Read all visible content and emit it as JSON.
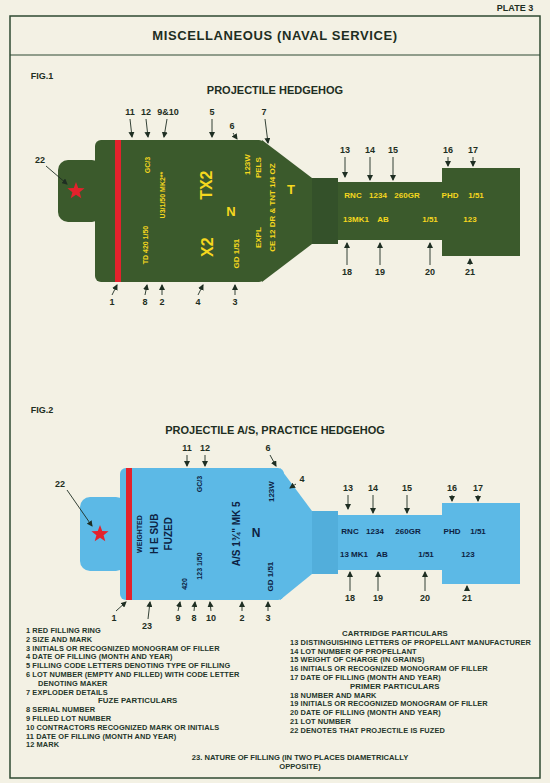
{
  "diagram": {
    "title": "MISCELLANEOUS (NAVAL SERVICE)",
    "labels": [
      "PLATE 3",
      "FIG.1",
      "PROJECTILE HEDGEHOG",
      "11",
      "12",
      "9&10",
      "5",
      "6",
      "7",
      "22",
      "13",
      "14",
      "15",
      "16",
      "17",
      "1",
      "8",
      "2",
      "4",
      "3",
      "18",
      "19",
      "20",
      "21",
      "GC/3",
      "U3/1/50 MK2**",
      "TD 420 1/50",
      "TX2",
      "X2",
      "N",
      "GD 1/51",
      "123W",
      "PELS",
      "EXPL",
      "CE 12 DR & TNT 1/4 OZ",
      "T",
      "RNC",
      "1234",
      "260GR",
      "PHD",
      "1/51",
      "13MK1",
      "AB",
      "1/51",
      "123",
      "FIG.2",
      "PROJECTILE A/S, PRACTICE HEDGEHOG",
      "11",
      "12",
      "6",
      "4",
      "22",
      "13",
      "14",
      "15",
      "16",
      "17",
      "1",
      "23",
      "9",
      "8",
      "10",
      "2",
      "3",
      "18",
      "19",
      "20",
      "21",
      "WEIGHTED",
      "H E SUB",
      "FUZED",
      "GC/3",
      "420",
      "123 1/50",
      "A/S 1¾\" MK 5",
      "N",
      "GD 1/51",
      "123W",
      "RNC",
      "1234",
      "260GR",
      "PHD",
      "1/51",
      "13 MK1",
      "AB",
      "1/51",
      "123",
      "1 RED FILLING RING",
      "2 SIZE AND MARK",
      "3 INITIALS OR RECOGNIZED MONOGRAM OF FILLER",
      "4 DATE OF FILLING (MONTH AND YEAR)",
      "5 FILLING CODE LETTERS DENOTING TYPE OF FILLING",
      "6 LOT NUMBER (EMPTY AND FILLED) WITH CODE LETTER DENOTING MAKER",
      "7 EXPLODER DETAILS",
      "FUZE PARTICULARS",
      "8 SERIAL NUMBER",
      "9 FILLED LOT NUMBER",
      "10 CONTRACTORS RECOGNIZED MARK OR INITIALS",
      "11 DATE OF FILLING (MONTH AND YEAR)",
      "12 MARK",
      "CARTRIDGE PARTICULARS",
      "13 DISTINGUISHING LETTERS OF PROPELLANT MANUFACTURER",
      "14 LOT NUMBER OF PROPELLANT",
      "15 WEIGHT OF CHARGE (IN GRAINS)",
      "16 INITIALS OR RECOGNIZED MONOGRAM OF FILLER",
      "17 DATE OF FILLING (MONTH AND YEAR)",
      "PRIMER PARTICULARS",
      "18 NUMBER AND MARK",
      "19 INITIALS OR RECOGNIZED MONOGRAM OF FILLER",
      "20 DATE OF FILLING (MONTH AND YEAR)",
      "21 LOT NUMBER",
      "22 DENOTES THAT PROJECTILE IS FUZED",
      "23. NATURE OF FILLING (IN TWO PLACES DIAMETRICALLY OPPOSITE)"
    ]
  }
}
